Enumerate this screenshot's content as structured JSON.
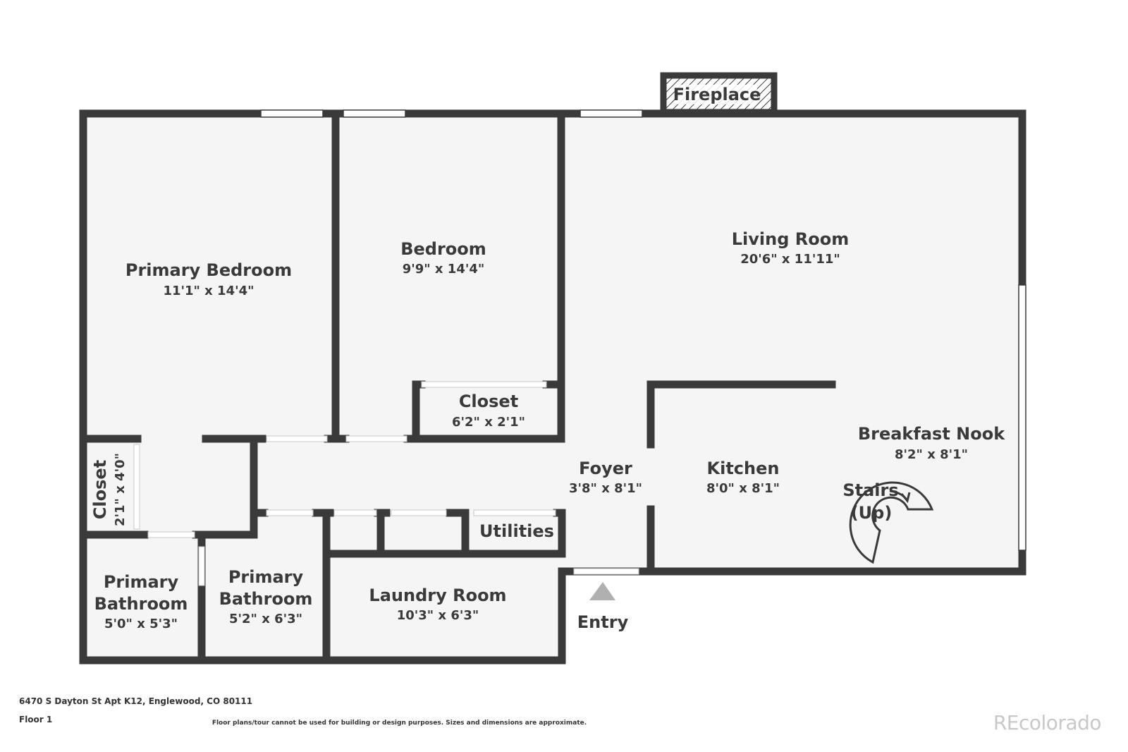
{
  "rooms": {
    "primary_bedroom": {
      "name": "Primary Bedroom",
      "dims": "11'1\" x 14'4\""
    },
    "bedroom": {
      "name": "Bedroom",
      "dims": "9'9\" x 14'4\""
    },
    "living_room": {
      "name": "Living Room",
      "dims": "20'6\" x 11'11\""
    },
    "bedroom_closet": {
      "name": "Closet",
      "dims": "6'2\" x 2'1\""
    },
    "primary_closet": {
      "name": "Closet",
      "dims": "2'1\" x 4'0\""
    },
    "foyer": {
      "name": "Foyer",
      "dims": "3'8\" x 8'1\""
    },
    "kitchen": {
      "name": "Kitchen",
      "dims": "8'0\" x 8'1\""
    },
    "breakfast_nook": {
      "name": "Breakfast Nook",
      "dims": "8'2\" x 8'1\""
    },
    "utilities": {
      "name": "Utilities"
    },
    "primary_bathroom_1": {
      "name_line1": "Primary",
      "name_line2": "Bathroom",
      "dims": "5'0\" x 5'3\""
    },
    "primary_bathroom_2": {
      "name_line1": "Primary",
      "name_line2": "Bathroom",
      "dims": "5'2\" x 6'3\""
    },
    "laundry_room": {
      "name": "Laundry Room",
      "dims": "10'3\" x 6'3\""
    }
  },
  "fireplace": "Fireplace",
  "stairs": {
    "line1": "Stairs",
    "line2": "(Up)"
  },
  "entry": "Entry",
  "footer": {
    "address": "6470 S Dayton St Apt K12, Englewood, CO 80111",
    "floor": "Floor 1",
    "disclaimer": "Floor plans/tour cannot be used for building or design purposes. Sizes and dimensions are approximate.",
    "brand": "REcolorado"
  },
  "colors": {
    "wall": "#3a3a3a",
    "floor": "#f5f5f5",
    "window": "#ffffff",
    "entry_arrow": "#b0b0b0"
  }
}
